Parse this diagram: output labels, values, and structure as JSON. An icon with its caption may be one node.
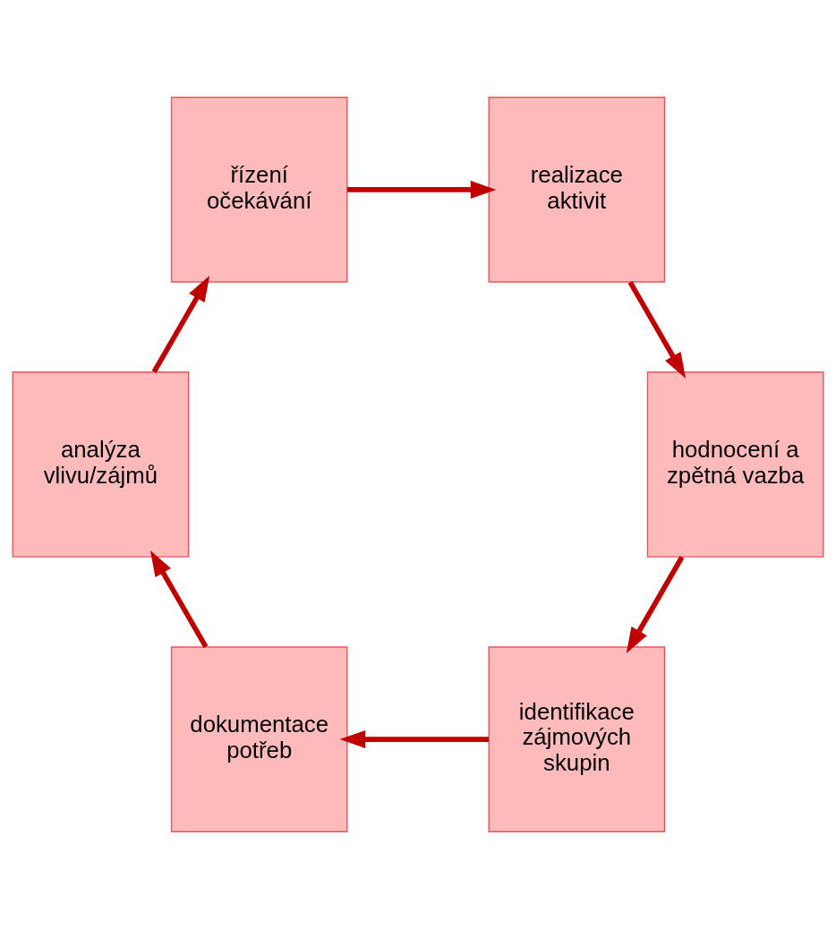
{
  "diagram": {
    "nodes": [
      {
        "text": [
          "identifikace zájmových skupin"
        ]
      },
      {
        "text": [
          "dokumentace potřeb"
        ]
      },
      {
        "text": [
          "analýza vlivu/zájmů"
        ]
      },
      {
        "text": [
          "řízení očekávání"
        ]
      },
      {
        "text": [
          "realizace aktivit"
        ]
      },
      {
        "text": [
          "hodnocení a zpětná vazba"
        ]
      }
    ],
    "edges": [
      {
        "from": 0,
        "to": 1,
        "arrow": "to"
      },
      {
        "from": 1,
        "to": 2,
        "arrow": "to"
      },
      {
        "from": 2,
        "to": 3,
        "arrow": "to"
      },
      {
        "from": 3,
        "to": 4,
        "arrow": "to"
      },
      {
        "from": 4,
        "to": 5,
        "arrow": "to"
      },
      {
        "from": 5,
        "to": 0,
        "arrow": "to"
      }
    ]
  }
}
